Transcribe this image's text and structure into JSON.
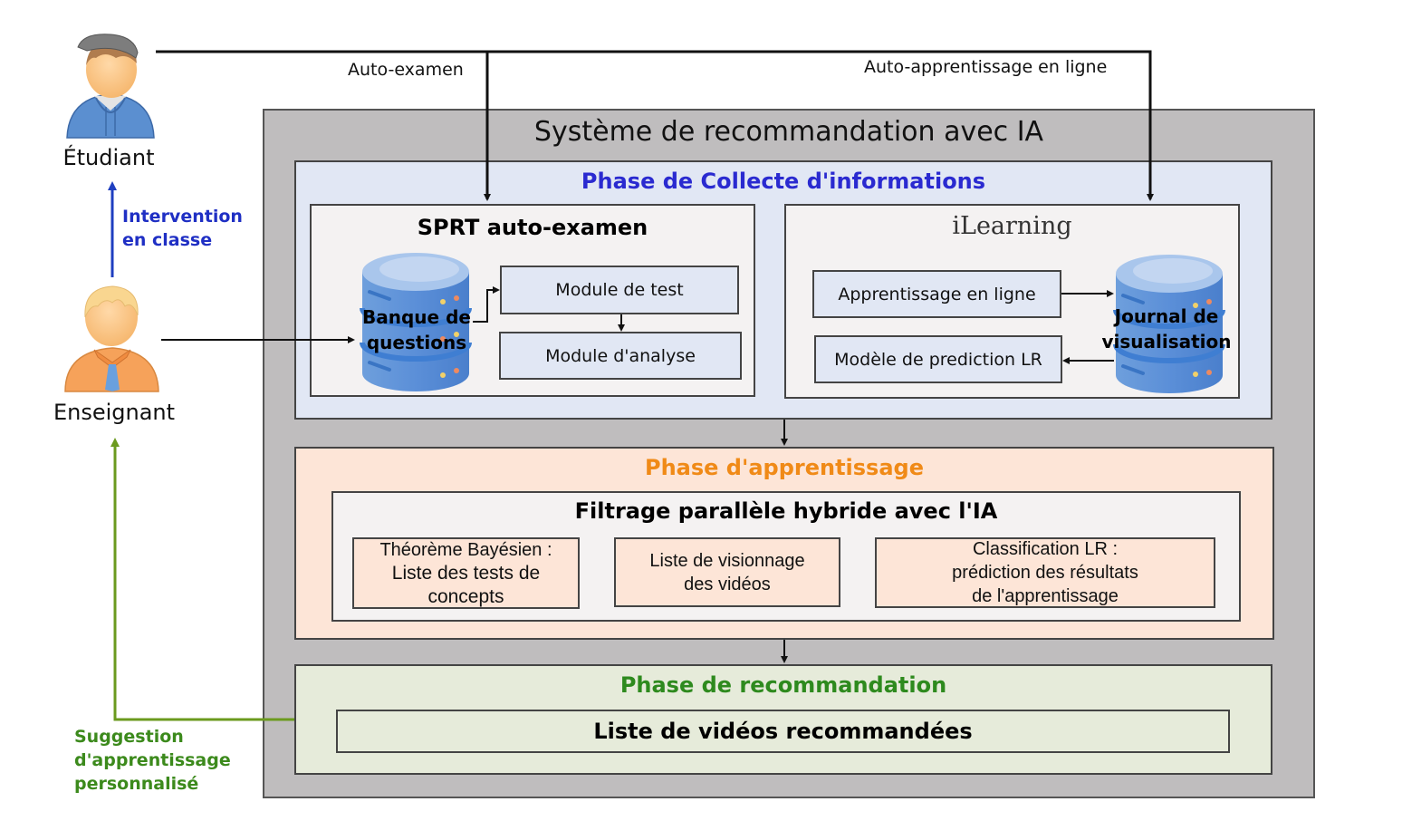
{
  "actors": {
    "student": {
      "label": "Étudiant",
      "icon": "student-avatar-icon"
    },
    "teacher": {
      "label": "Enseignant",
      "icon": "teacher-avatar-icon"
    }
  },
  "edges": {
    "self_exam": "Auto-examen",
    "online_self_learning": "Auto-apprentissage en ligne",
    "class_intervention": [
      "Intervention",
      "en classe"
    ],
    "personalized_suggestion": [
      "Suggestion",
      "d'apprentissage",
      "personnalisé"
    ]
  },
  "system": {
    "title": "Système de recommandation avec IA"
  },
  "phase_collect": {
    "title": "Phase de Collecte d'informations",
    "sprt": {
      "title": "SPRT auto-examen",
      "database": [
        "Banque de",
        "questions"
      ],
      "modules": [
        "Module de test",
        "Module d'analyse"
      ]
    },
    "ilearning": {
      "title": "iLearning",
      "database": [
        "Journal de",
        "visualisation"
      ],
      "modules": [
        "Apprentissage en ligne",
        "Modèle de prediction LR"
      ]
    }
  },
  "phase_learning": {
    "title": "Phase d'apprentissage",
    "filter": {
      "title": "Filtrage parallèle hybride avec l'IA",
      "boxes": [
        [
          "Théorème Bayésien :",
          "Liste des tests de",
          "concepts"
        ],
        [
          "Liste de visionnage",
          "des vidéos"
        ],
        [
          "Classification LR :",
          "prédiction des résultats",
          "de l'apprentissage"
        ]
      ]
    }
  },
  "phase_recommend": {
    "title": "Phase de recommandation",
    "output": "Liste de vidéos recommandées"
  },
  "colors": {
    "collect": "#2a2ad0",
    "learning": "#f08a17",
    "recommend": "#2e8a1e",
    "intervention": "#1f2fc4",
    "suggestion": "#6b9a1e"
  }
}
